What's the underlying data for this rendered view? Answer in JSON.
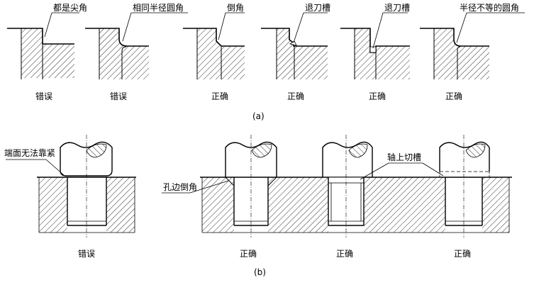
{
  "part_a": {
    "callouts": [
      "都是尖角",
      "相同半径圆角",
      "倒角",
      "退刀槽",
      "退刀槽",
      "半径不等的圆角"
    ],
    "verdicts": [
      "错误",
      "错误",
      "正确",
      "正确",
      "正确",
      "正确"
    ],
    "caption": "(a)"
  },
  "part_b": {
    "callouts": {
      "face_not_tight": "端面无法靠紧",
      "hole_chamfer": "孔边倒角",
      "shaft_groove": "轴上切槽"
    },
    "verdicts": [
      "错误",
      "正确",
      "正确",
      "正确"
    ],
    "caption": "(b)"
  }
}
